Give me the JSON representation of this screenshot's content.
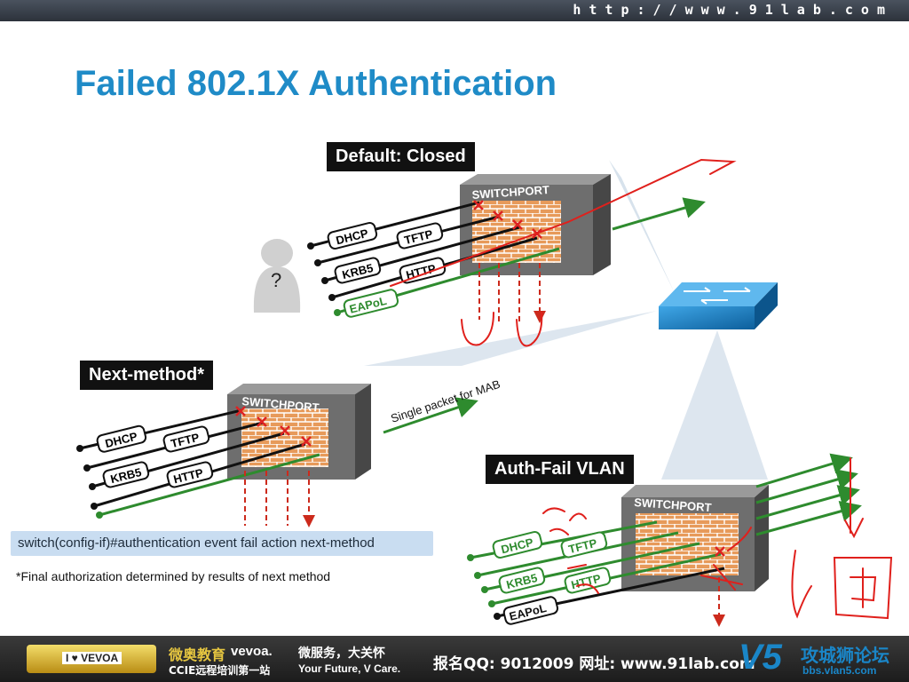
{
  "header": {
    "url": "http://www.91lab.com"
  },
  "slide": {
    "title": "Failed 802.1X Authentication",
    "sections": {
      "closed": "Default: Closed",
      "next_method": "Next-method*",
      "auth_fail": "Auth-Fail VLAN"
    },
    "switchport_label": "SWITCHPORT",
    "protocols": {
      "dhcp": "DHCP",
      "tftp": "TFTP",
      "krb5": "KRB5",
      "http": "HTTP",
      "eapol": "EAPoL"
    },
    "unknown_user": "?",
    "mab_arrow_label": "Single packet for MAB",
    "command": "switch(config-if)#authentication  event  fail  action  next-method",
    "footnote": "*Final authorization determined by results of next method"
  },
  "footer": {
    "badge": "I ♥ VEVOA",
    "brand_cn": "微奥教育",
    "brand_en": "vevoa.",
    "brand_sub": "CCIE远程培训第一站",
    "slogan_cn": "微服务，大关怀",
    "slogan_en": "Your Future, V Care.",
    "contact": "报名QQ: 9012009   网址: www.91lab.com",
    "forum_logo": "V5",
    "forum_name": "攻城狮论坛",
    "forum_url": "bbs.vlan5.com"
  },
  "colors": {
    "title_blue": "#1f8bc7",
    "allowed_green": "#2e8b2e",
    "blocked_black": "#111111",
    "annotation_red": "#e0201c",
    "command_bg": "#c9ddf1",
    "brick": "#e79a5a",
    "switch_blue": "#1a86c8"
  }
}
